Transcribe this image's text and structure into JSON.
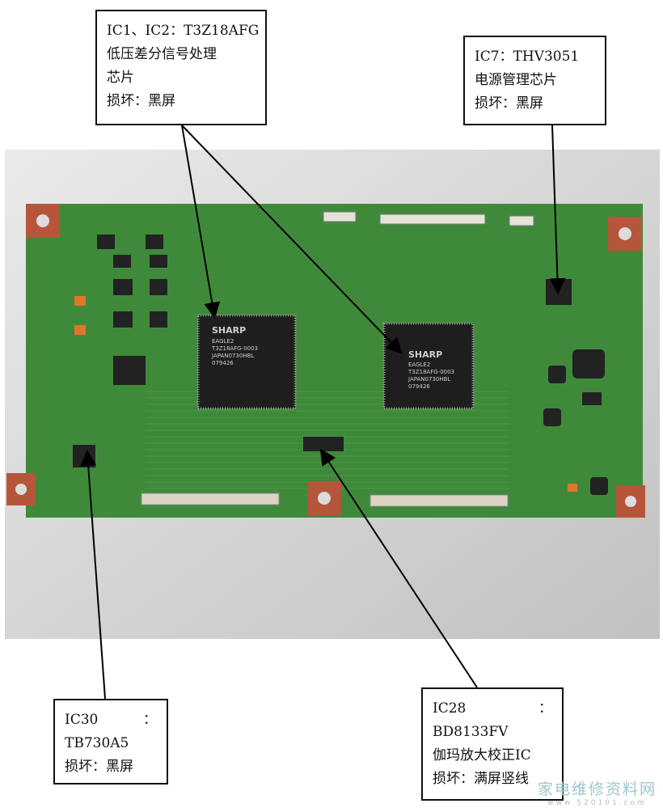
{
  "callouts": {
    "ic1_ic2": {
      "line1": "IC1、IC2：T3Z18AFG",
      "line2": "低压差分信号处理",
      "line3": "芯片",
      "line4": "损坏：黑屏"
    },
    "ic7": {
      "line1": "IC7：THV3051",
      "line2": "电源管理芯片",
      "line3": "损坏：黑屏"
    },
    "ic30": {
      "line1a": "IC30",
      "line1b": "：",
      "line2": "TB730A5",
      "line3": "损坏：黑屏"
    },
    "ic28": {
      "line1a": "IC28",
      "line1b": "：",
      "line2": "BD8133FV",
      "line3": "伽玛放大校正IC",
      "line4": "损坏：满屏竖线"
    }
  },
  "chip_markings": {
    "brand": "SHARP",
    "l1": "EAGLE2",
    "l2": "T3Z18AFG-0003",
    "l3": "JAPAN0730HBL",
    "l4": "079426"
  },
  "watermark": {
    "title": "家电维修资料网",
    "url": "www.520101.com"
  },
  "colors": {
    "pcb": "#3f8a3a",
    "background": "#dcdcdc",
    "pad": "#b5563a"
  }
}
